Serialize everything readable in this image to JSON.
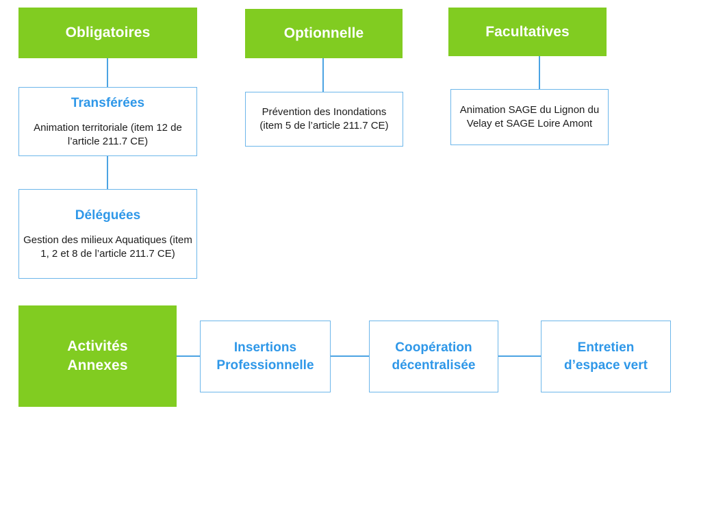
{
  "diagram": {
    "type": "flow-diagram",
    "background_color": "#ffffff",
    "palette": {
      "green_fill": "#81cc21",
      "green_text": "#ffffff",
      "blue_accent": "#2e97e8",
      "blue_border": "#6cb6ea",
      "body_text": "#1b1b1b",
      "connector": "#4ba3e3"
    },
    "columns": [
      {
        "header": {
          "label": "Obligatoires",
          "style": "green"
        },
        "children": [
          {
            "title": "Transférées",
            "body": "Animation territoriale (item 12 de l’article 211.7 CE)"
          },
          {
            "title": "Déléguées",
            "body": "Gestion des milieux Aquatiques (item 1, 2 et 8 de l’article 211.7 CE)"
          }
        ]
      },
      {
        "header": {
          "label": "Optionnelle",
          "style": "green"
        },
        "children": [
          {
            "title": "",
            "body": "Prévention des Inondations (item 5 de l’article 211.7 CE)"
          }
        ]
      },
      {
        "header": {
          "label": "Facultatives",
          "style": "green"
        },
        "children": [
          {
            "title": "",
            "body": "Animation SAGE du Lignon du Velay et SAGE Loire Amont"
          }
        ]
      }
    ],
    "bottom_row": {
      "header": {
        "label": "Activités\nAnnexes",
        "style": "green"
      },
      "items": [
        {
          "label": "Insertions\nProfessionnelle"
        },
        {
          "label": "Coopération\ndécentralisée"
        },
        {
          "label": "Entretien\nd’espace vert"
        }
      ]
    }
  }
}
